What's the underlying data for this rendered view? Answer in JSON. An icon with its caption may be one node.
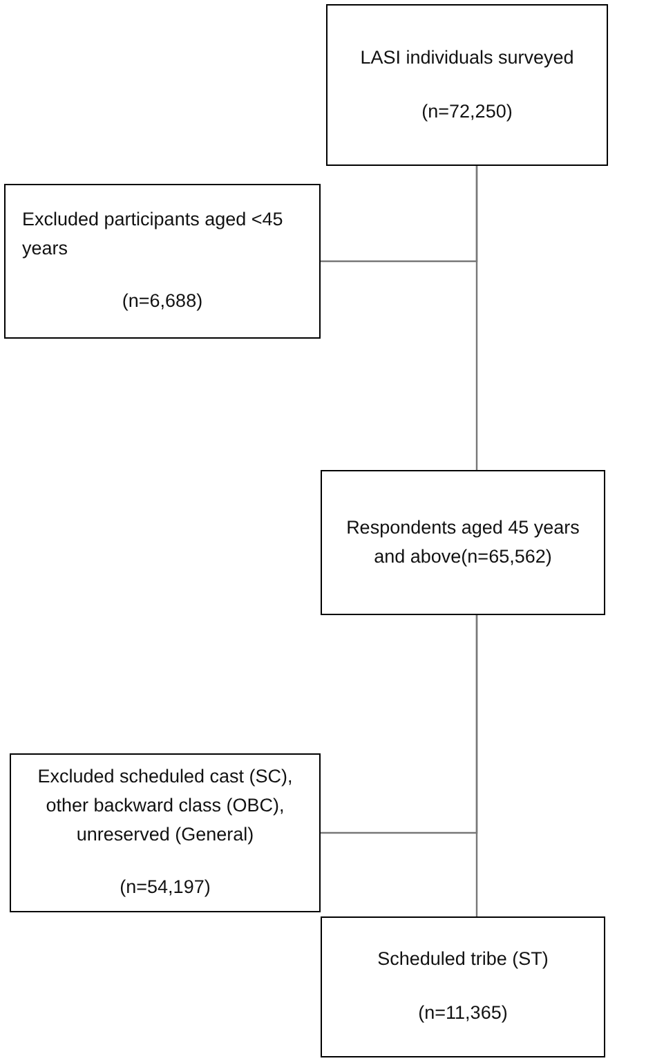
{
  "diagram": {
    "nodes": [
      {
        "text": [
          "LASI individuals surveyed",
          "(n=72,250)"
        ]
      },
      {
        "text": [
          "Excluded participants aged <45 years",
          "(n=6,688)"
        ]
      },
      {
        "text": [
          "Respondents aged 45 years and above(n=65,562)"
        ]
      },
      {
        "text": [
          "Excluded scheduled cast (SC), other backward class (OBC), unreserved (General)",
          "(n=54,197)"
        ]
      },
      {
        "text": [
          "Scheduled tribe (ST)",
          "(n=11,365)"
        ]
      }
    ],
    "edges": [
      {
        "from": 0,
        "to": 2,
        "arrow": "none"
      },
      {
        "from": 0,
        "to": 1,
        "arrow": "none"
      },
      {
        "from": 2,
        "to": 4,
        "arrow": "none"
      },
      {
        "from": 2,
        "to": 3,
        "arrow": "none"
      }
    ]
  }
}
